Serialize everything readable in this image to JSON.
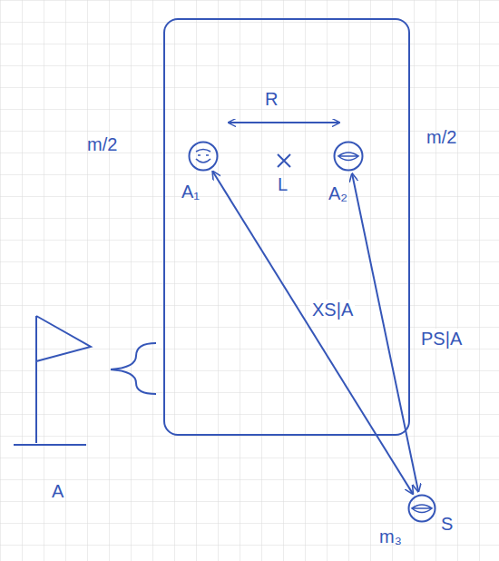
{
  "diagram": {
    "nodes": [
      {
        "text": [
          "A"
        ]
      },
      {
        "text": [
          "A₁"
        ],
        "in": 0
      },
      {
        "text": [
          "A₂"
        ],
        "in": 0
      },
      {
        "text": [
          "S",
          "m₃"
        ]
      }
    ],
    "edges": [
      {
        "from": 1,
        "to": 3,
        "arrow": "both",
        "label": "XS|A"
      },
      {
        "from": 2,
        "to": 3,
        "arrow": "both",
        "label": "PS|A"
      }
    ],
    "labels": [
      "R",
      "L",
      "m/2",
      "m/2"
    ]
  }
}
